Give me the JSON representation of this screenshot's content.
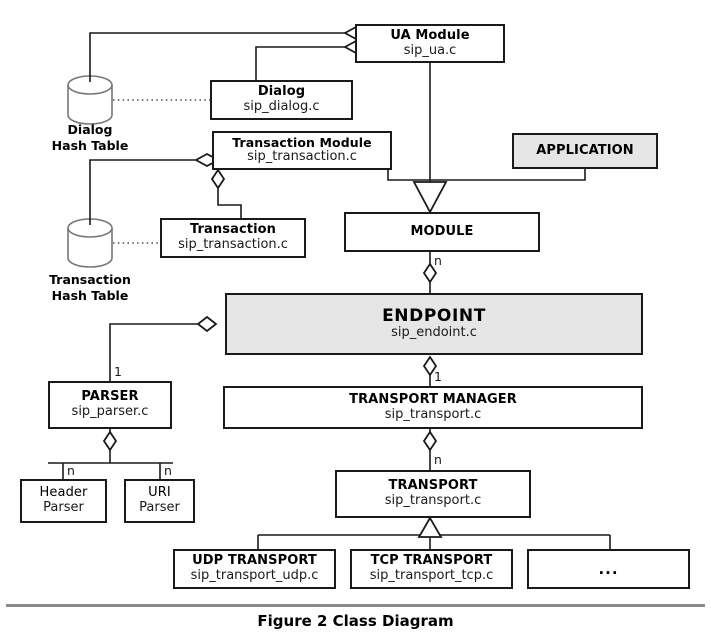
{
  "figure": {
    "caption": "Figure 2 Class Diagram"
  },
  "colors": {
    "shaded_fill": "#e6e6e6",
    "box_fill": "#ffffff",
    "stroke": "#1a1a1a",
    "dotted_link": "#555555",
    "rule": "#8a8a8a"
  },
  "nodes": {
    "ua_module": {
      "title": "UA Module",
      "sub": "sip_ua.c"
    },
    "dialog": {
      "title": "Dialog",
      "sub": "sip_dialog.c"
    },
    "transaction_module": {
      "title": "Transaction Module",
      "sub": "sip_transaction.c"
    },
    "transaction": {
      "title": "Transaction",
      "sub": "sip_transaction.c"
    },
    "application": {
      "title": "APPLICATION",
      "sub": ""
    },
    "module": {
      "title": "MODULE",
      "sub": ""
    },
    "endpoint": {
      "title": "ENDPOINT",
      "sub": "sip_endoint.c"
    },
    "parser": {
      "title": "PARSER",
      "sub": "sip_parser.c"
    },
    "header_parser": {
      "title": "Header",
      "sub": "Parser"
    },
    "uri_parser": {
      "title": "URI",
      "sub": "Parser"
    },
    "transport_manager": {
      "title": "TRANSPORT MANAGER",
      "sub": "sip_transport.c"
    },
    "transport": {
      "title": "TRANSPORT",
      "sub": "sip_transport.c"
    },
    "udp_transport": {
      "title": "UDP TRANSPORT",
      "sub": "sip_transport_udp.c"
    },
    "tcp_transport": {
      "title": "TCP TRANSPORT",
      "sub": "sip_transport_tcp.c"
    },
    "more_transport": {
      "title": "...",
      "sub": ""
    }
  },
  "stores": {
    "dialog_hash_table": {
      "line1": "Dialog",
      "line2": "Hash Table"
    },
    "transaction_hash_table": {
      "line1": "Transaction",
      "line2": "Hash Table"
    }
  },
  "multiplicities": {
    "module_endpoint": "n",
    "endpoint_parser": "1",
    "endpoint_transport_manager": "1",
    "parser_header": "n",
    "parser_uri": "n",
    "transport_manager_transport": "n"
  }
}
